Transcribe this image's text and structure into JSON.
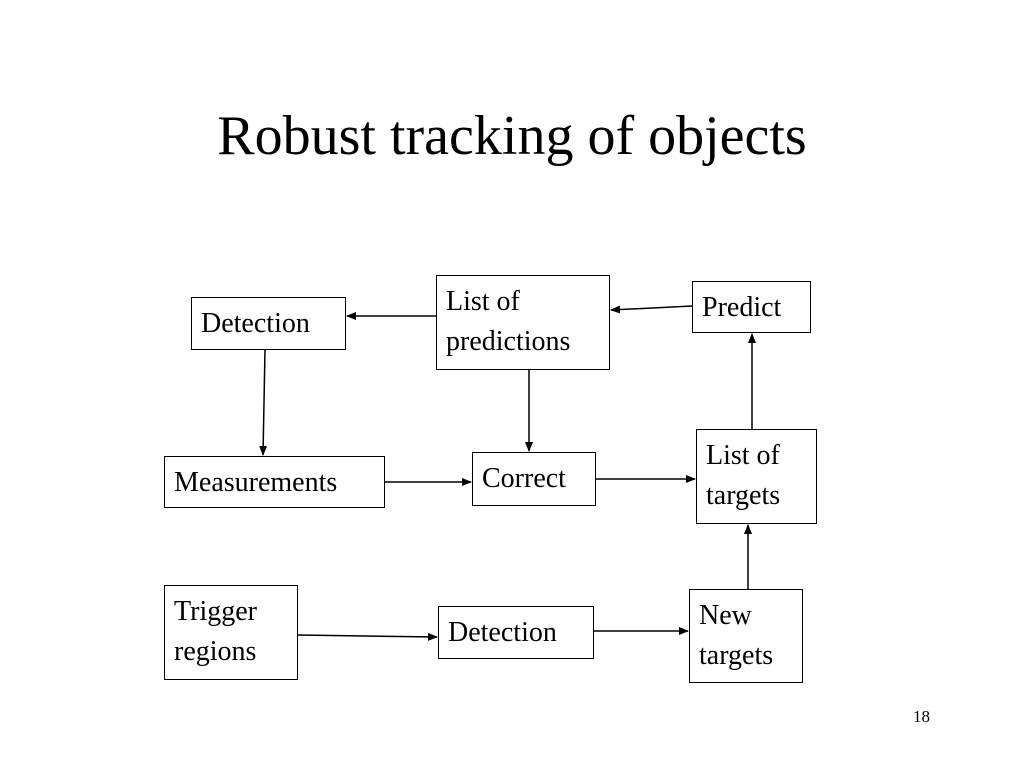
{
  "slide": {
    "title": "Robust tracking of objects",
    "page_number": "18"
  },
  "diagram": {
    "nodes": {
      "detection_top": [
        "Detection"
      ],
      "list_of_predictions": [
        "List of",
        "predictions"
      ],
      "predict": [
        "Predict"
      ],
      "measurements": [
        "Measurements"
      ],
      "correct": [
        "Correct"
      ],
      "list_of_targets": [
        "List of",
        "targets"
      ],
      "trigger_regions": [
        "Trigger",
        "regions"
      ],
      "detection_bottom": [
        "Detection"
      ],
      "new_targets": [
        "New",
        "targets"
      ]
    },
    "edges": [
      {
        "from": "predict",
        "to": "list_of_predictions"
      },
      {
        "from": "list_of_predictions",
        "to": "detection_top"
      },
      {
        "from": "detection_top",
        "to": "measurements"
      },
      {
        "from": "list_of_predictions",
        "to": "correct"
      },
      {
        "from": "measurements",
        "to": "correct"
      },
      {
        "from": "correct",
        "to": "list_of_targets"
      },
      {
        "from": "list_of_targets",
        "to": "predict"
      },
      {
        "from": "trigger_regions",
        "to": "detection_bottom"
      },
      {
        "from": "detection_bottom",
        "to": "new_targets"
      },
      {
        "from": "new_targets",
        "to": "list_of_targets"
      }
    ]
  }
}
